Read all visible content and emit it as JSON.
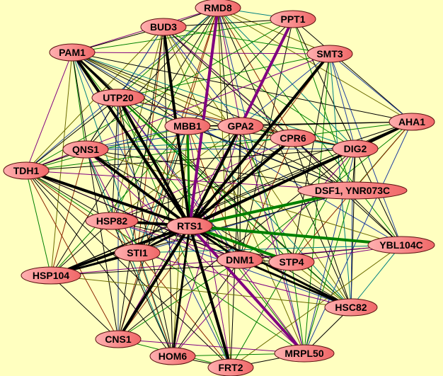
{
  "title": "Protein interaction network",
  "colors": {
    "background": "#ffffc0",
    "node_fill": "#ff8f8f",
    "node_border": "#5a1010",
    "edge_black": "#000000",
    "edge_green": "#008000",
    "edge_purple": "#800080",
    "edge_teal": "#008080",
    "edge_brown": "#8b2500",
    "edge_olive": "#6b6b00",
    "edge_blue": "#2040a0"
  },
  "nodes": [
    {
      "id": "RMD8",
      "label": "RMD8"
    },
    {
      "id": "PPT1",
      "label": "PPT1"
    },
    {
      "id": "BUD3",
      "label": "BUD3"
    },
    {
      "id": "PAM1",
      "label": "PAM1"
    },
    {
      "id": "SMT3",
      "label": "SMT3"
    },
    {
      "id": "UTP20",
      "label": "UTP20"
    },
    {
      "id": "AHA1",
      "label": "AHA1"
    },
    {
      "id": "MBB1",
      "label": "MBB1"
    },
    {
      "id": "GPA2",
      "label": "GPA2"
    },
    {
      "id": "CPR6",
      "label": "CPR6"
    },
    {
      "id": "DIG2",
      "label": "DIG2"
    },
    {
      "id": "QNS1",
      "label": "QNS1"
    },
    {
      "id": "TDH1",
      "label": "TDH1"
    },
    {
      "id": "DSF1",
      "label": "DSF1, YNR073C"
    },
    {
      "id": "HSP82",
      "label": "HSP82"
    },
    {
      "id": "RTS1",
      "label": "RTS1"
    },
    {
      "id": "YBL104C",
      "label": "YBL104C"
    },
    {
      "id": "STI1",
      "label": "STI1"
    },
    {
      "id": "DNM1",
      "label": "DNM1"
    },
    {
      "id": "STP4",
      "label": "STP4"
    },
    {
      "id": "HSP104",
      "label": "HSP104"
    },
    {
      "id": "HSC82",
      "label": "HSC82"
    },
    {
      "id": "CNS1",
      "label": "CNS1"
    },
    {
      "id": "HOM6",
      "label": "HOM6"
    },
    {
      "id": "MRPL50",
      "label": "MRPL50"
    },
    {
      "id": "FRT2",
      "label": "FRT2"
    }
  ],
  "strong_edges": [
    {
      "a": "RTS1",
      "b": "DSF1",
      "color": "green",
      "weight": 4
    },
    {
      "a": "RTS1",
      "b": "YBL104C",
      "color": "green",
      "weight": 4
    },
    {
      "a": "RTS1",
      "b": "STP4",
      "color": "green",
      "weight": 4
    },
    {
      "a": "RTS1",
      "b": "MBB1",
      "color": "green",
      "weight": 3
    },
    {
      "a": "RTS1",
      "b": "MRPL50",
      "color": "purple",
      "weight": 4
    },
    {
      "a": "RTS1",
      "b": "RMD8",
      "color": "purple",
      "weight": 4
    },
    {
      "a": "PPT1",
      "b": "GPA2",
      "color": "purple",
      "weight": 4
    },
    {
      "a": "RTS1",
      "b": "PAM1",
      "color": "black",
      "weight": 4
    },
    {
      "a": "RTS1",
      "b": "BUD3",
      "color": "black",
      "weight": 4
    },
    {
      "a": "RTS1",
      "b": "UTP20",
      "color": "black",
      "weight": 4
    },
    {
      "a": "RTS1",
      "b": "QNS1",
      "color": "black",
      "weight": 4
    },
    {
      "a": "RTS1",
      "b": "TDH1",
      "color": "black",
      "weight": 4
    },
    {
      "a": "RTS1",
      "b": "SMT3",
      "color": "black",
      "weight": 4
    },
    {
      "a": "RTS1",
      "b": "GPA2",
      "color": "black",
      "weight": 4
    },
    {
      "a": "RTS1",
      "b": "CPR6",
      "color": "black",
      "weight": 4
    },
    {
      "a": "RTS1",
      "b": "DIG2",
      "color": "black",
      "weight": 4
    },
    {
      "a": "RTS1",
      "b": "HSP82",
      "color": "black",
      "weight": 4
    },
    {
      "a": "RTS1",
      "b": "HSP104",
      "color": "black",
      "weight": 4
    },
    {
      "a": "RTS1",
      "b": "CNS1",
      "color": "black",
      "weight": 4
    },
    {
      "a": "RTS1",
      "b": "HOM6",
      "color": "black",
      "weight": 3
    },
    {
      "a": "RTS1",
      "b": "FRT2",
      "color": "black",
      "weight": 4
    },
    {
      "a": "RTS1",
      "b": "HSC82",
      "color": "black",
      "weight": 3
    },
    {
      "a": "RTS1",
      "b": "DNM1",
      "color": "black",
      "weight": 3
    },
    {
      "a": "RTS1",
      "b": "STI1",
      "color": "black",
      "weight": 3
    },
    {
      "a": "DIG2",
      "b": "AHA1",
      "color": "black",
      "weight": 4
    },
    {
      "a": "DNM1",
      "b": "HSC82",
      "color": "black",
      "weight": 3
    },
    {
      "a": "HSP104",
      "b": "STI1",
      "color": "black",
      "weight": 3
    },
    {
      "a": "PAM1",
      "b": "UTP20",
      "color": "black",
      "weight": 3
    }
  ]
}
